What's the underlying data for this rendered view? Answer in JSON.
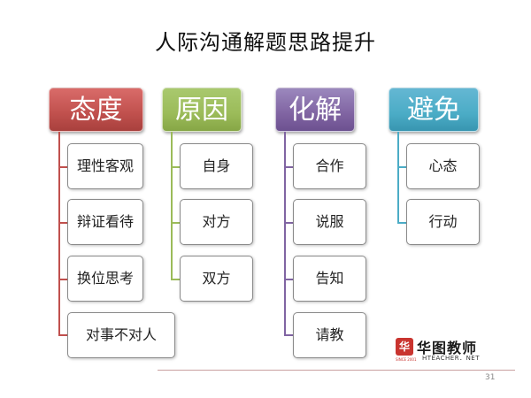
{
  "title": "人际沟通解题思路提升",
  "columns": [
    {
      "heading": "态度",
      "items": [
        "理性客观",
        "辩证看待",
        "换位思考",
        "对事不对人"
      ]
    },
    {
      "heading": "原因",
      "items": [
        "自身",
        "对方",
        "双方"
      ]
    },
    {
      "heading": "化解",
      "items": [
        "合作",
        "说服",
        "告知",
        "请教"
      ]
    },
    {
      "heading": "避免",
      "items": [
        "心态",
        "行动"
      ]
    }
  ],
  "colors": {
    "态度": "#c0504d",
    "原因": "#9bbb59",
    "化解": "#8064a2",
    "避免": "#4bacc6"
  },
  "logo": {
    "mark": "华",
    "name": "华图教师",
    "sub": "HTEACHER．NET",
    "since": "SINCE 2001"
  },
  "page_number": "31"
}
